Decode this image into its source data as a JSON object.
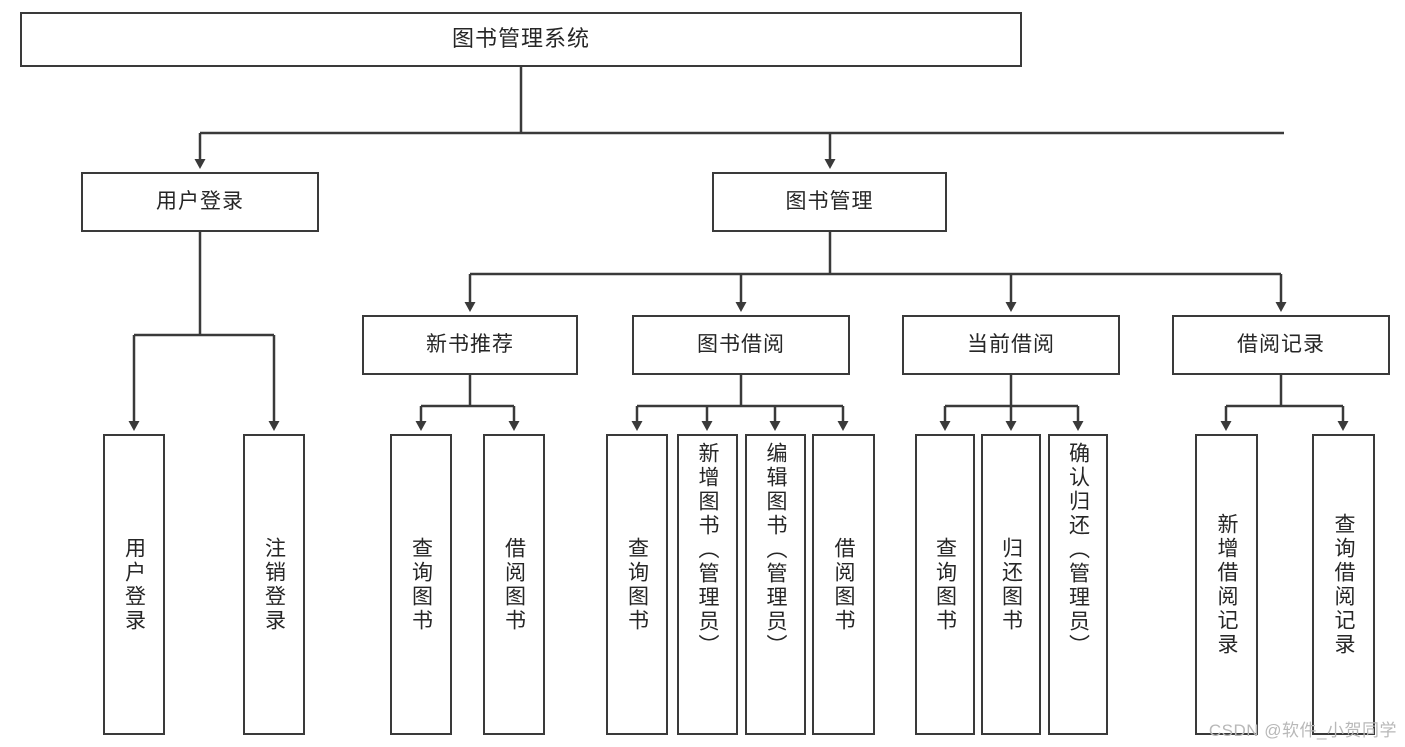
{
  "diagram": {
    "title_box": {
      "label": "图书管理系统"
    },
    "level2": [
      {
        "label": "用户登录"
      },
      {
        "label": "图书管理"
      }
    ],
    "level3": [
      {
        "label": "新书推荐"
      },
      {
        "label": "图书借阅"
      },
      {
        "label": "当前借阅"
      },
      {
        "label": "借阅记录"
      }
    ],
    "leaves": {
      "user_login": [
        {
          "label": "用户登录"
        },
        {
          "label": "注销登录"
        }
      ],
      "new_book": [
        {
          "label": "查询图书"
        },
        {
          "label": "借阅图书"
        }
      ],
      "book_borrow": [
        {
          "label": "查询图书"
        },
        {
          "label": "新增图书（管理员）"
        },
        {
          "label": "编辑图书（管理员）"
        },
        {
          "label": "借阅图书"
        }
      ],
      "current_borrow": [
        {
          "label": "查询图书"
        },
        {
          "label": "归还图书"
        },
        {
          "label": "确认归还（管理员）"
        }
      ],
      "borrow_record": [
        {
          "label": "新增借阅记录"
        },
        {
          "label": "查询借阅记录"
        }
      ]
    }
  },
  "watermark": {
    "text": "CSDN @软件_小贺同学"
  },
  "colors": {
    "stroke": "#3a3a3a",
    "text": "#262626",
    "background": "#ffffff",
    "watermark": "#b8b8b8"
  }
}
